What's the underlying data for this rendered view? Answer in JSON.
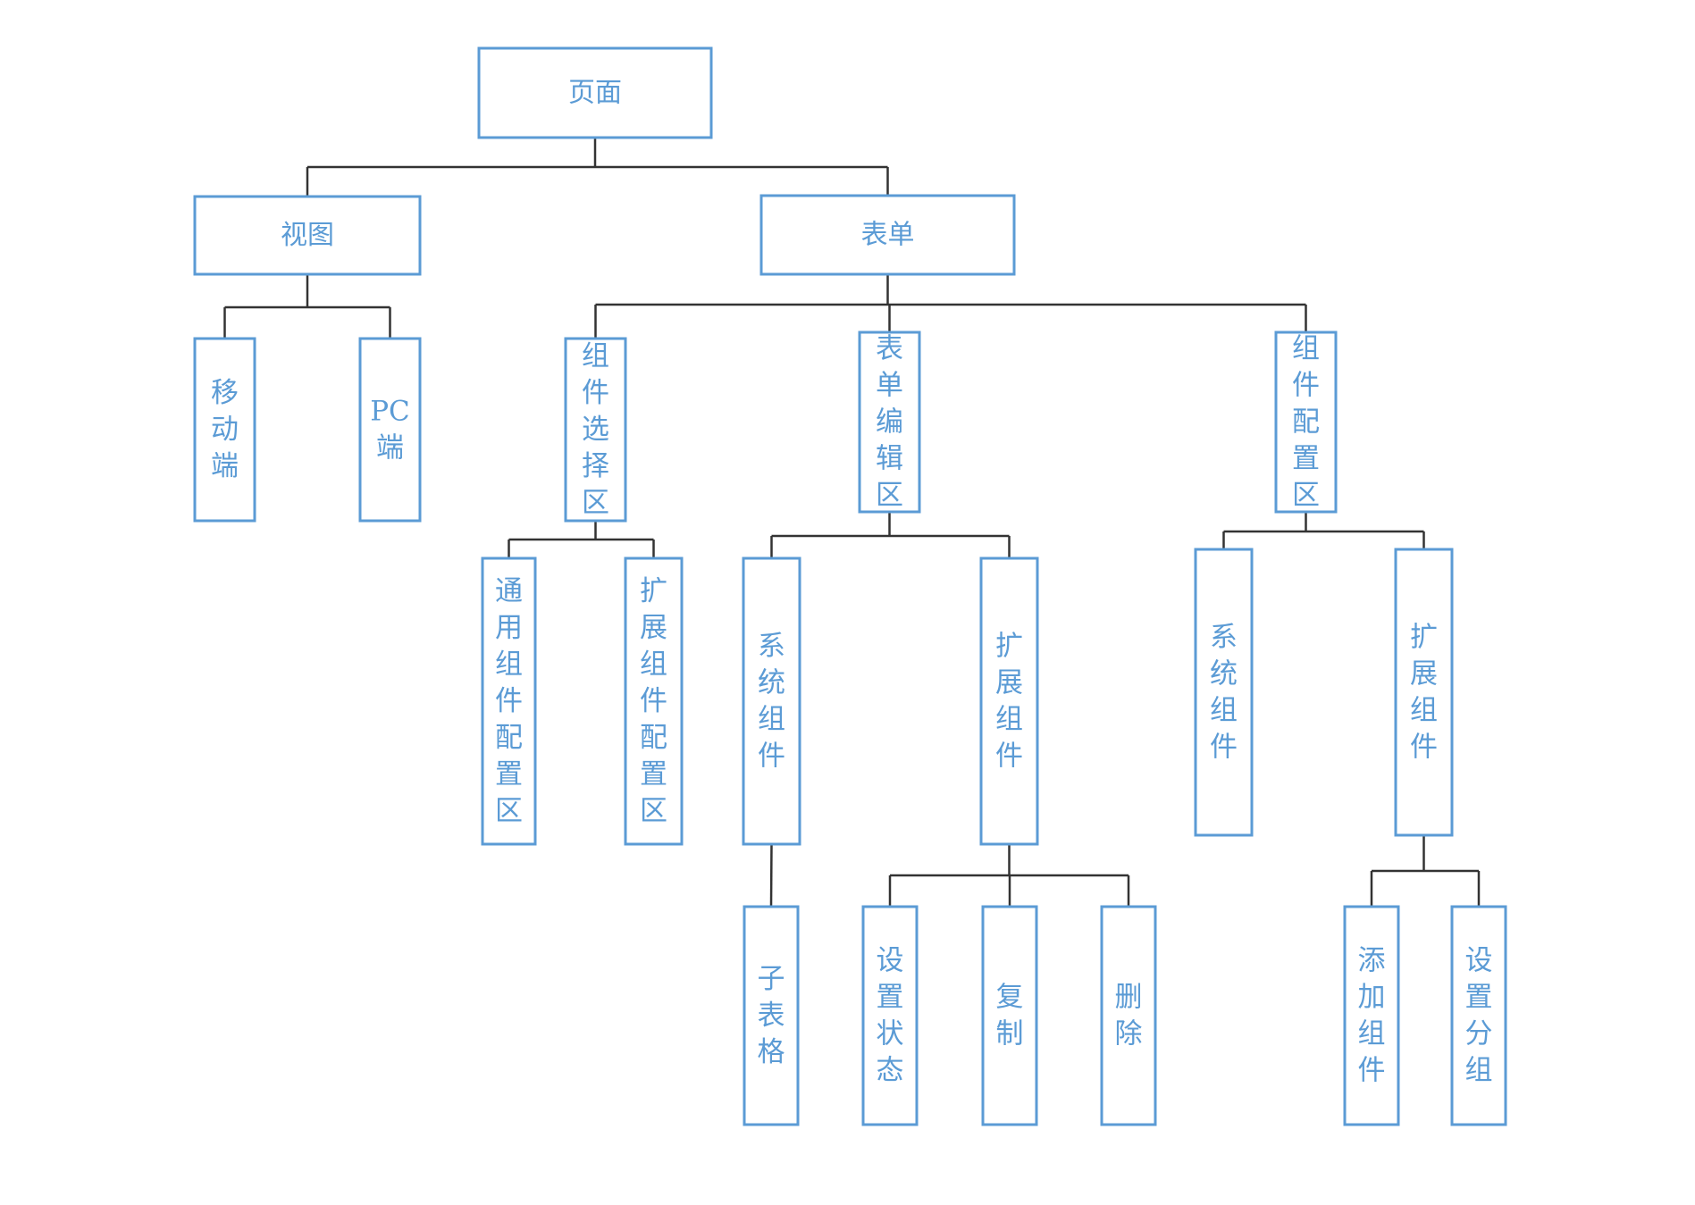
{
  "diagram": {
    "type": "tree",
    "colors": {
      "node_border": "#5b9bd5",
      "node_text": "#5b9bd5",
      "connector": "#333333"
    },
    "nodes": [
      {
        "id": "page",
        "label": "页面",
        "orientation": "horizontal"
      },
      {
        "id": "view",
        "label": "视图",
        "orientation": "horizontal",
        "parent": "page"
      },
      {
        "id": "form",
        "label": "表单",
        "orientation": "horizontal",
        "parent": "page"
      },
      {
        "id": "mobile",
        "label": "移动端",
        "orientation": "vertical",
        "parent": "view"
      },
      {
        "id": "pc",
        "label": "PC端",
        "orientation": "vertical",
        "parent": "view"
      },
      {
        "id": "component-select-area",
        "label": "组件选择区",
        "orientation": "vertical",
        "parent": "form"
      },
      {
        "id": "form-edit-area",
        "label": "表单编辑区",
        "orientation": "vertical",
        "parent": "form"
      },
      {
        "id": "component-config-area",
        "label": "组件配置区",
        "orientation": "vertical",
        "parent": "form"
      },
      {
        "id": "common-component-config-area",
        "label": "通用组件配置区",
        "orientation": "vertical",
        "parent": "component-select-area"
      },
      {
        "id": "ext-component-config-area",
        "label": "扩展组件配置区",
        "orientation": "vertical",
        "parent": "component-select-area"
      },
      {
        "id": "edit-system-component",
        "label": "系统组件",
        "orientation": "vertical",
        "parent": "form-edit-area"
      },
      {
        "id": "edit-ext-component",
        "label": "扩展组件",
        "orientation": "vertical",
        "parent": "form-edit-area"
      },
      {
        "id": "config-system-component",
        "label": "系统组件",
        "orientation": "vertical",
        "parent": "component-config-area"
      },
      {
        "id": "config-ext-component",
        "label": "扩展组件",
        "orientation": "vertical",
        "parent": "component-config-area"
      },
      {
        "id": "sub-table",
        "label": "子表格",
        "orientation": "vertical",
        "parent": "edit-system-component"
      },
      {
        "id": "set-state",
        "label": "设置状态",
        "orientation": "vertical",
        "parent": "edit-ext-component"
      },
      {
        "id": "copy",
        "label": "复制",
        "orientation": "vertical",
        "parent": "edit-ext-component"
      },
      {
        "id": "delete",
        "label": "删除",
        "orientation": "vertical",
        "parent": "edit-ext-component"
      },
      {
        "id": "add-component",
        "label": "添加组件",
        "orientation": "vertical",
        "parent": "config-ext-component"
      },
      {
        "id": "set-group",
        "label": "设置分组",
        "orientation": "vertical",
        "parent": "config-ext-component"
      }
    ]
  }
}
